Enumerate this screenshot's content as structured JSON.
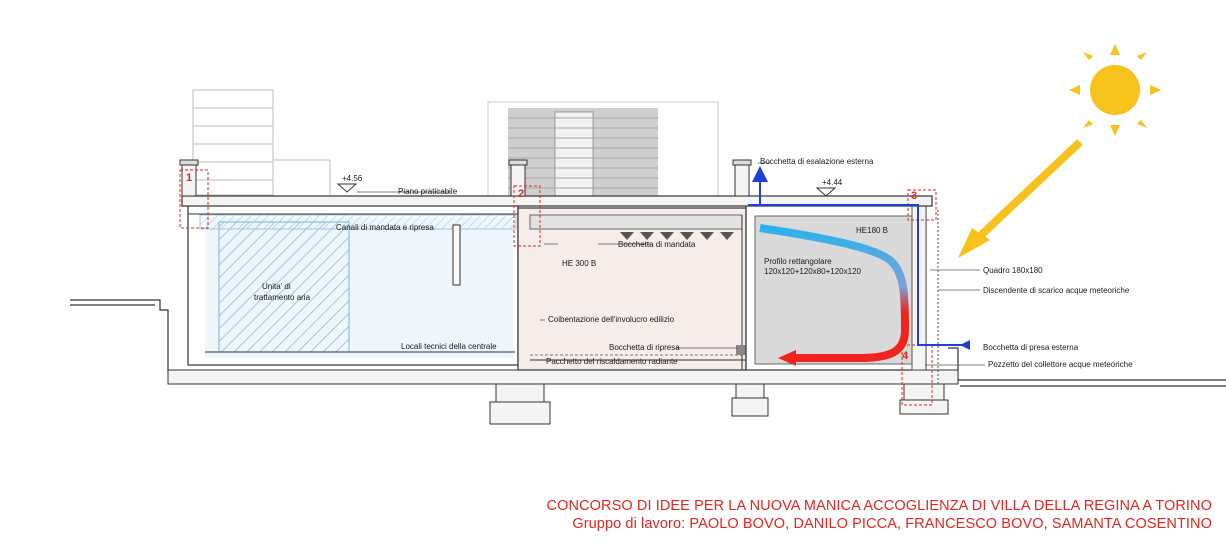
{
  "labels": {
    "elev_left": "+4.56",
    "elev_right": "+4.44",
    "piano_praticabile": "Piano praticabile",
    "canali": "Canali di mandata e ripresa",
    "unita_line1": "Unita' di",
    "unita_line2": "trattamento aria",
    "locali": "Locali tecnici della centrale",
    "he300": "HE 300 B",
    "bocchetta_mandata": "Bocchetta di mandata",
    "coibentazione": "Coibentazione dell'involucro edilizio",
    "bocchetta_ripresa": "Bocchetta di ripresa",
    "pacchetto": "Pacchetto del riscaldamento radiante",
    "he180": "HE180 B",
    "profilo_line1": "Profilo rettangolare",
    "profilo_line2": "120x120+120x80+120x120",
    "esalazione": "Bocchetta di esalazione esterna",
    "quadro": "Quadro 180x180",
    "discendente": "Discendente di scarico acque meteoriche",
    "presa": "Bocchetta di presa esterna",
    "pozzetto": "Pozzetto del collettore acque meteoriche"
  },
  "markers": [
    "1",
    "2",
    "3",
    "4"
  ],
  "credits": {
    "line1": "CONCORSO DI IDEE PER LA NUOVA MANICA ACCOGLIENZA DI VILLA DELLA REGINA A TORINO",
    "line2": "Gruppo di lavoro: PAOLO BOVO, DANILO PICCA, FRANCESCO BOVO, SAMANTA COSENTINO"
  },
  "colors": {
    "accent_red": "#e3261f",
    "duct_blue": "#1f3fd6",
    "sun": "#f6c21b",
    "arrow_gradient_start": "#2bb2ea",
    "arrow_gradient_end": "#f0231e"
  }
}
